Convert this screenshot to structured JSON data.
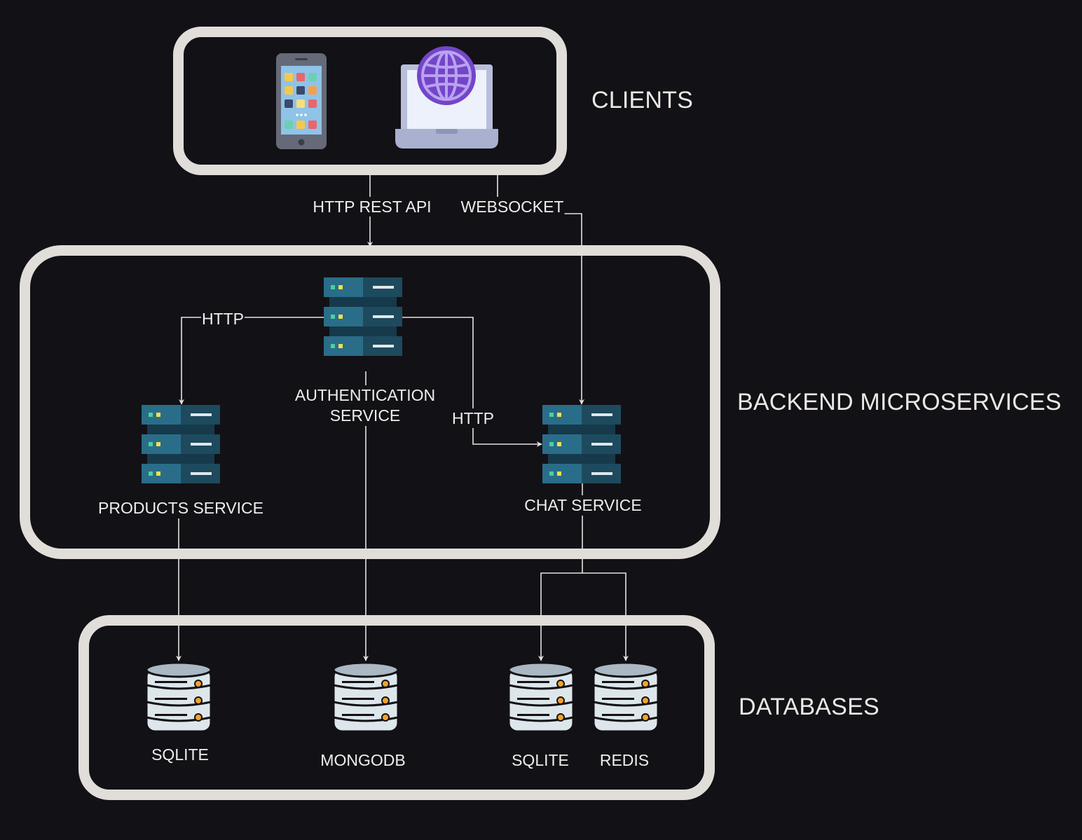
{
  "colors": {
    "background": "#121116",
    "box_border": "#e1ddd9",
    "text": "#f0eeeb",
    "connector": "#e6e3df",
    "server_dark": "#1e4a5e",
    "server_light": "#2a6d89",
    "database_body": "#dde6eb",
    "database_accent": "#f2a329"
  },
  "groups": {
    "clients": {
      "label": "CLIENTS"
    },
    "backend": {
      "label": "BACKEND MICROSERVICES"
    },
    "databases": {
      "label": "DATABASES"
    }
  },
  "clients": {
    "mobile": {
      "icon": "smartphone-icon"
    },
    "web": {
      "icon": "laptop-globe-icon"
    }
  },
  "services": {
    "auth": {
      "label_line1": "AUTHENTICATION",
      "label_line2": "SERVICE",
      "icon": "server-rack-icon"
    },
    "products": {
      "label": "PRODUCTS SERVICE",
      "icon": "server-rack-icon"
    },
    "chat": {
      "label": "CHAT SERVICE",
      "icon": "server-rack-icon"
    }
  },
  "databases": {
    "products_db": {
      "label": "SQLITE",
      "icon": "database-icon"
    },
    "auth_db": {
      "label": "MONGODB",
      "icon": "database-icon"
    },
    "chat_db": {
      "label": "SQLITE",
      "icon": "database-icon"
    },
    "chat_cache": {
      "label": "REDIS",
      "icon": "database-icon"
    }
  },
  "connections": {
    "clients_to_auth": {
      "label": "HTTP REST API"
    },
    "clients_to_chat": {
      "label": "WEBSOCKET"
    },
    "auth_to_products": {
      "label": "HTTP"
    },
    "auth_to_chat": {
      "label": "HTTP"
    }
  }
}
